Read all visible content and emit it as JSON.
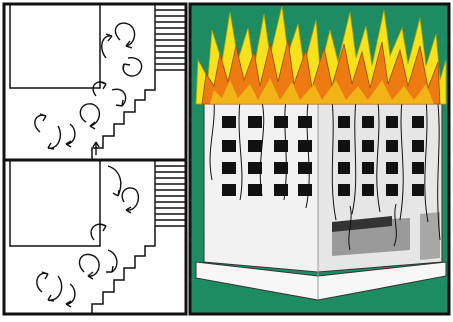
{
  "figure": {
    "left_panel": {
      "description_icon": "stairwell-airflow-swirls",
      "floors": 2
    },
    "right_panel": {
      "description_icon": "burning-building",
      "background_color": "#1e8c62",
      "flame_outer_color": "#f5e21a",
      "flame_inner_color": "#ee7a12",
      "building_color": "#f2f2f2",
      "window_color": "#111111"
    }
  }
}
